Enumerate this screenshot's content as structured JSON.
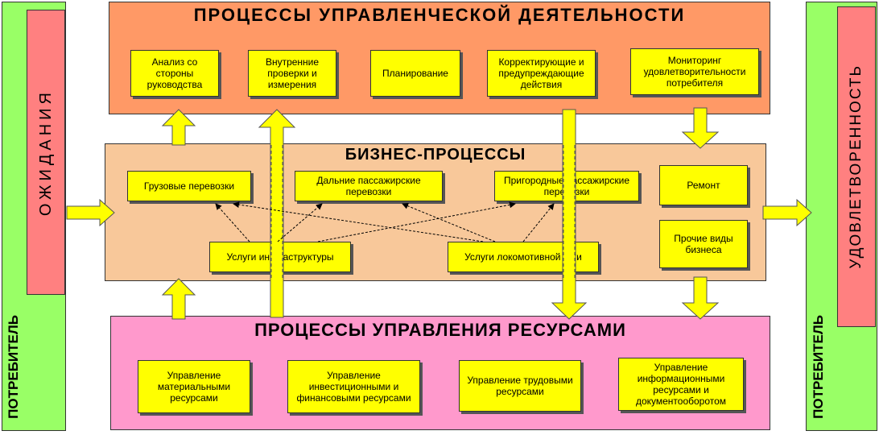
{
  "left_side": {
    "consumer_label": "ПОТРЕБИТЕЛЬ",
    "expectations_label": "ОЖИДАНИЯ"
  },
  "right_side": {
    "consumer_label": "ПОТРЕБИТЕЛЬ",
    "satisfaction_label": "УДОВЛЕТВОРЕННОСТЬ"
  },
  "management": {
    "title": "ПРОЦЕССЫ УПРАВЛЕНЧЕСКОЙ ДЕЯТЕЛЬНОСТИ",
    "items": [
      "Анализ со стороны руководства",
      "Внутренние проверки и измерения",
      "Планирование",
      "Корректирующие и предупреждающие действия",
      "Мониторинг удовлетворительности потребителя"
    ]
  },
  "business": {
    "title": "БИЗНЕС-ПРОЦЕССЫ",
    "items": {
      "freight": "Грузовые перевозки",
      "long_distance": "Дальние пассажирские перевозки",
      "suburban": "Пригородные пассажирские перевозки",
      "repair": "Ремонт",
      "other": "Прочие виды бизнеса",
      "infrastructure": "Услуги инфраструктуры",
      "locomotive": "Услуги локомотивной тяги"
    }
  },
  "resources": {
    "title": "ПРОЦЕССЫ УПРАВЛЕНИЯ РЕСУРСАМИ",
    "items": [
      "Управление материальными ресурсами",
      "Управление инвестиционными и финансовыми ресурсами",
      "Управление трудовыми ресурсами",
      "Управление информационными ресурсами и документооборотом"
    ]
  },
  "colors": {
    "side": "#99ff66",
    "management_band": "#ff9966",
    "business_band": "#f8c89a",
    "resources_band": "#ff99cc",
    "box": "#ffff00",
    "label_box": "#ff8080"
  }
}
